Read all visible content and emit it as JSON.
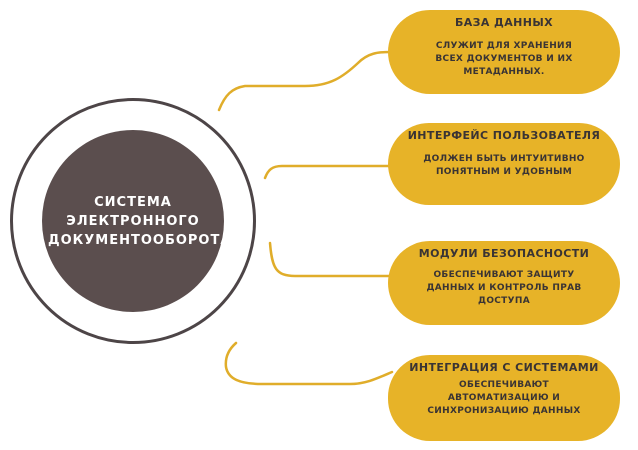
{
  "diagram": {
    "center_label": "СИСТЕМА\nЭЛЕКТРОННОГО\nДОКУМЕНТООБОРОТА",
    "nodes": [
      {
        "title": "БАЗА ДАННЫХ",
        "text": "СЛУЖИТ ДЛЯ ХРАНЕНИЯ\nВСЕХ ДОКУМЕНТОВ И ИХ\nМЕТАДАННЫХ."
      },
      {
        "title": "ИНТЕРФЕЙС ПОЛЬЗОВАТЕЛЯ",
        "text": "ДОЛЖЕН БЫТЬ ИНТУИТИВНО\nПОНЯТНЫМ И УДОБНЫМ"
      },
      {
        "title": "МОДУЛИ БЕЗОПАСНОСТИ",
        "text": "ОБЕСПЕЧИВАЮТ ЗАЩИТУ\nДАННЫХ И КОНТРОЛЬ ПРАВ\nДОСТУПА"
      },
      {
        "title": "ИНТЕГРАЦИЯ С  СИСТЕМАМИ",
        "text": "ОБЕСПЕЧИВАЮТ\nАВТОМАТИЗАЦИЮ И\nСИНХРОНИЗАЦИЮ ДАННЫХ"
      }
    ]
  },
  "colors": {
    "accent": "#e7b328",
    "hub": "#5b4e4e",
    "ring": "#4d4547",
    "connector": "#e0ad2a",
    "text_dark": "#3a3434",
    "text_light": "#ffffff"
  }
}
